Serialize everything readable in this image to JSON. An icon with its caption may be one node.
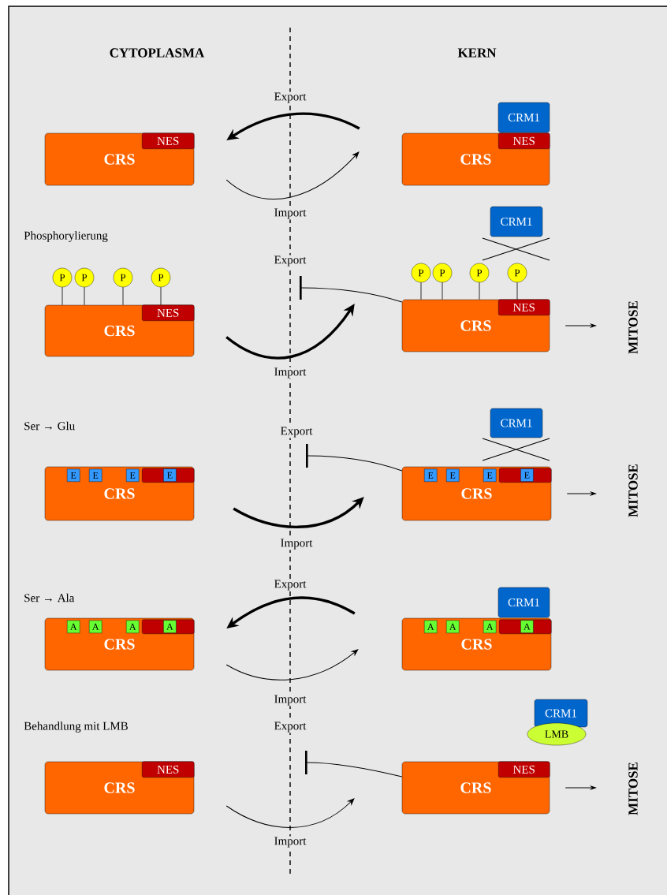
{
  "diagram": {
    "nodes": [
      {
        "text": [
          "CRS"
        ]
      },
      {
        "text": [
          "NES"
        ],
        "in": 0
      },
      {
        "text": [
          "CRS"
        ]
      },
      {
        "text": [
          "NES"
        ],
        "in": 2
      },
      {
        "text": [
          "CRM1"
        ]
      },
      {
        "text": [
          "CRS"
        ]
      },
      {
        "text": [
          "NES"
        ],
        "in": 5
      },
      {
        "text": [
          "P"
        ]
      },
      {
        "text": [
          "P"
        ]
      },
      {
        "text": [
          "P"
        ]
      },
      {
        "text": [
          "P"
        ]
      },
      {
        "text": [
          "CRS"
        ]
      },
      {
        "text": [
          "NES"
        ],
        "in": 11
      },
      {
        "text": [
          "P"
        ]
      },
      {
        "text": [
          "P"
        ]
      },
      {
        "text": [
          "P"
        ]
      },
      {
        "text": [
          "P"
        ]
      },
      {
        "text": [
          "CRM1"
        ]
      },
      {
        "text": [
          "MITOSE"
        ]
      },
      {
        "text": [
          "CRS"
        ]
      },
      {
        "text": [],
        "shape": "box",
        "in": 19
      },
      {
        "text": [
          "E"
        ],
        "in": 19
      },
      {
        "text": [
          "E"
        ],
        "in": 19
      },
      {
        "text": [
          "E"
        ],
        "in": 19
      },
      {
        "text": [
          "E"
        ],
        "in": 20
      },
      {
        "text": [
          "CRS"
        ]
      },
      {
        "text": [],
        "shape": "box",
        "in": 25
      },
      {
        "text": [
          "E"
        ],
        "in": 25
      },
      {
        "text": [
          "E"
        ],
        "in": 25
      },
      {
        "text": [
          "E"
        ],
        "in": 25
      },
      {
        "text": [
          "E"
        ],
        "in": 26
      },
      {
        "text": [
          "CRM1"
        ]
      },
      {
        "text": [
          "MITOSE"
        ]
      },
      {
        "text": [
          "CRS"
        ]
      },
      {
        "text": [],
        "shape": "box",
        "in": 33
      },
      {
        "text": [
          "A"
        ],
        "in": 33
      },
      {
        "text": [
          "A"
        ],
        "in": 33
      },
      {
        "text": [
          "A"
        ],
        "in": 33
      },
      {
        "text": [
          "A"
        ],
        "in": 34
      },
      {
        "text": [
          "CRS"
        ]
      },
      {
        "text": [],
        "shape": "box",
        "in": 39
      },
      {
        "text": [
          "A"
        ],
        "in": 39
      },
      {
        "text": [
          "A"
        ],
        "in": 39
      },
      {
        "text": [
          "A"
        ],
        "in": 39
      },
      {
        "text": [
          "A"
        ],
        "in": 40
      },
      {
        "text": [
          "CRM1"
        ]
      },
      {
        "text": [
          "CRS"
        ]
      },
      {
        "text": [
          "NES"
        ],
        "in": 46
      },
      {
        "text": [
          "CRS"
        ]
      },
      {
        "text": [
          "NES"
        ],
        "in": 48
      },
      {
        "text": [
          "CRM1"
        ]
      },
      {
        "text": [
          "LMB"
        ]
      },
      {
        "text": [
          "MITOSE"
        ]
      }
    ],
    "edges": [
      {
        "from": 2,
        "to": 0,
        "arrow": "to",
        "label": "Export",
        "style": "thick"
      },
      {
        "from": 0,
        "to": 2,
        "arrow": "to",
        "label": "Import"
      },
      {
        "from": 11,
        "to": null,
        "arrow": "other",
        "label": "Export"
      },
      {
        "from": 5,
        "to": 11,
        "arrow": "to",
        "label": "Import",
        "style": "thick"
      },
      {
        "from": 7,
        "to": 5,
        "arrow": "none"
      },
      {
        "from": 8,
        "to": 5,
        "arrow": "none"
      },
      {
        "from": 9,
        "to": 5,
        "arrow": "none"
      },
      {
        "from": 10,
        "to": 5,
        "arrow": "none"
      },
      {
        "from": 13,
        "to": 11,
        "arrow": "none"
      },
      {
        "from": 14,
        "to": 11,
        "arrow": "none"
      },
      {
        "from": 15,
        "to": 11,
        "arrow": "none"
      },
      {
        "from": 16,
        "to": 11,
        "arrow": "none"
      },
      {
        "from": 11,
        "to": 18,
        "arrow": "to"
      },
      {
        "from": 25,
        "to": null,
        "arrow": "other",
        "label": "Export"
      },
      {
        "from": 19,
        "to": 25,
        "arrow": "to",
        "label": "Import",
        "style": "thick"
      },
      {
        "from": 25,
        "to": 32,
        "arrow": "to"
      },
      {
        "from": 39,
        "to": 33,
        "arrow": "to",
        "label": "Export",
        "style": "thick"
      },
      {
        "from": 33,
        "to": 39,
        "arrow": "to",
        "label": "Import"
      },
      {
        "from": 48,
        "to": null,
        "arrow": "other",
        "label": "Export"
      },
      {
        "from": 46,
        "to": 48,
        "arrow": "to",
        "label": "Import"
      },
      {
        "from": 48,
        "to": 52,
        "arrow": "to"
      }
    ],
    "labels": [
      "CYTOPLASMA",
      "KERN",
      "Phosphorylierung",
      "Ser → Glu",
      "Ser → Ala",
      "Behandlung mit LMB"
    ]
  }
}
